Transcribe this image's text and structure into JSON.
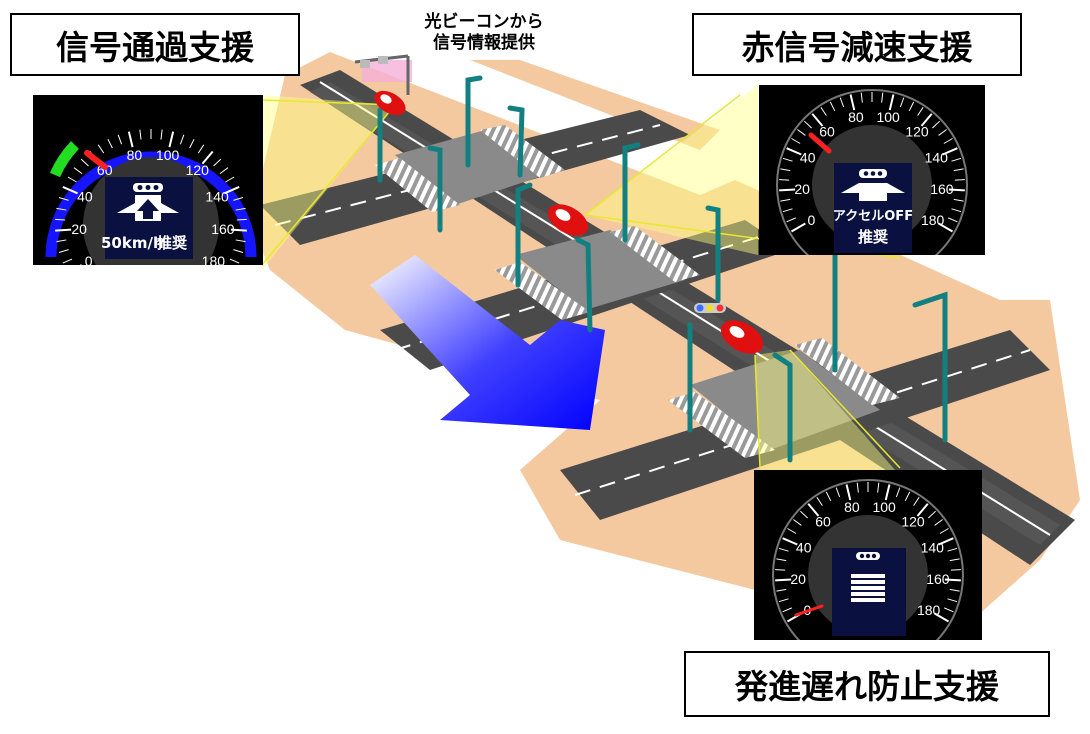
{
  "labels": {
    "pass_assist": "信号通過支援",
    "red_decel": "赤信号減速支援",
    "start_delay": "発進遅れ防止支援"
  },
  "beacon": {
    "line1": "光ビーコンから",
    "line2": "信号情報提供"
  },
  "gauges": {
    "scale_numbers": [
      "0",
      "20",
      "40",
      "60",
      "80",
      "100",
      "120",
      "140",
      "160",
      "180"
    ],
    "pass": {
      "speed_text": "50km/h",
      "recommend": "推奨",
      "speed": 50
    },
    "decel": {
      "line1": "アクセルOFF",
      "recommend": "推奨",
      "speed": 60
    },
    "start": {
      "speed": 0
    }
  },
  "colors": {
    "road": "#4a4a4a",
    "sidewalk": "#f5c9a0",
    "pole": "#128080",
    "car": "#e01010",
    "arrow": "#1010ff",
    "beam": "#ffff80",
    "gauge_ring": "#1515ff",
    "gauge_green": "#22dd22",
    "needle": "#ff2020",
    "panel": "#0a1040"
  }
}
